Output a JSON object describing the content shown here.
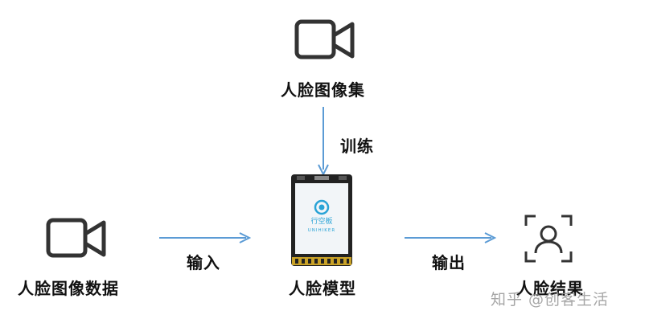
{
  "nodes": {
    "dataset_label": "人脸图像集",
    "input_label": "人脸图像数据",
    "model_label": "人脸模型",
    "result_label": "人脸结果"
  },
  "edges": {
    "train_label": "训练",
    "input_label": "输入",
    "output_label": "输出"
  },
  "device": {
    "brand_cn": "行空板",
    "brand_en": "UNIHIKER"
  },
  "watermark": "知乎 @创客生活",
  "colors": {
    "arrow": "#5b9bd5",
    "icon": "#333333",
    "device_body": "#222222",
    "device_screen": "#f2f5f8",
    "device_logo": "#29a3d6",
    "device_pins": "#c9a227"
  },
  "icons": {
    "dataset": "video-camera-icon",
    "input": "video-camera-icon",
    "result": "face-scan-icon"
  }
}
